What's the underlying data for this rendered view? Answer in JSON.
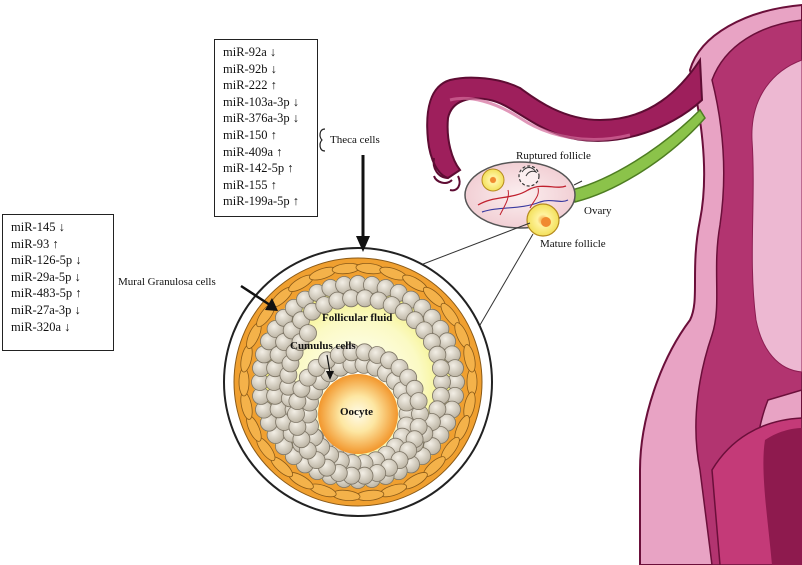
{
  "theca_box": {
    "items": [
      "miR-92a ↓",
      "miR-92b ↓",
      "miR-222 ↑",
      "miR-103a-3p ↓",
      "miR-376a-3p ↓",
      "miR-150 ↑",
      "miR-409a ↑",
      "miR-142-5p ↑",
      "miR-155 ↑",
      "miR-199a-5p ↑"
    ],
    "label": "Theca cells"
  },
  "granulosa_box": {
    "items": [
      "miR-145 ↓",
      "miR-93 ↑",
      "miR-126-5p ↓",
      "miR-29a-5p ↓",
      "miR-483-5p ↑",
      "miR-27a-3p ↓",
      "miR-320a ↓"
    ],
    "label": "Mural Granulosa cells"
  },
  "follicle": {
    "fluid_label": "Follicular fluid",
    "cumulus_label": "Cumulus cells",
    "oocyte_label": "Oocyte"
  },
  "ovary": {
    "ruptured_label": "Ruptured follicle",
    "ovary_label": "Ovary",
    "mature_label": "Mature follicle"
  },
  "colors": {
    "uterus_fill": "#e8a3c4",
    "uterus_dark": "#9c1e5a",
    "tube_green": "#8bc34a",
    "theca_orange": "#f0a030",
    "fluid_yellow": "#f6f38a",
    "granulosa_cell": "#d9d2c3",
    "oocyte_orange": "#f5a040"
  }
}
